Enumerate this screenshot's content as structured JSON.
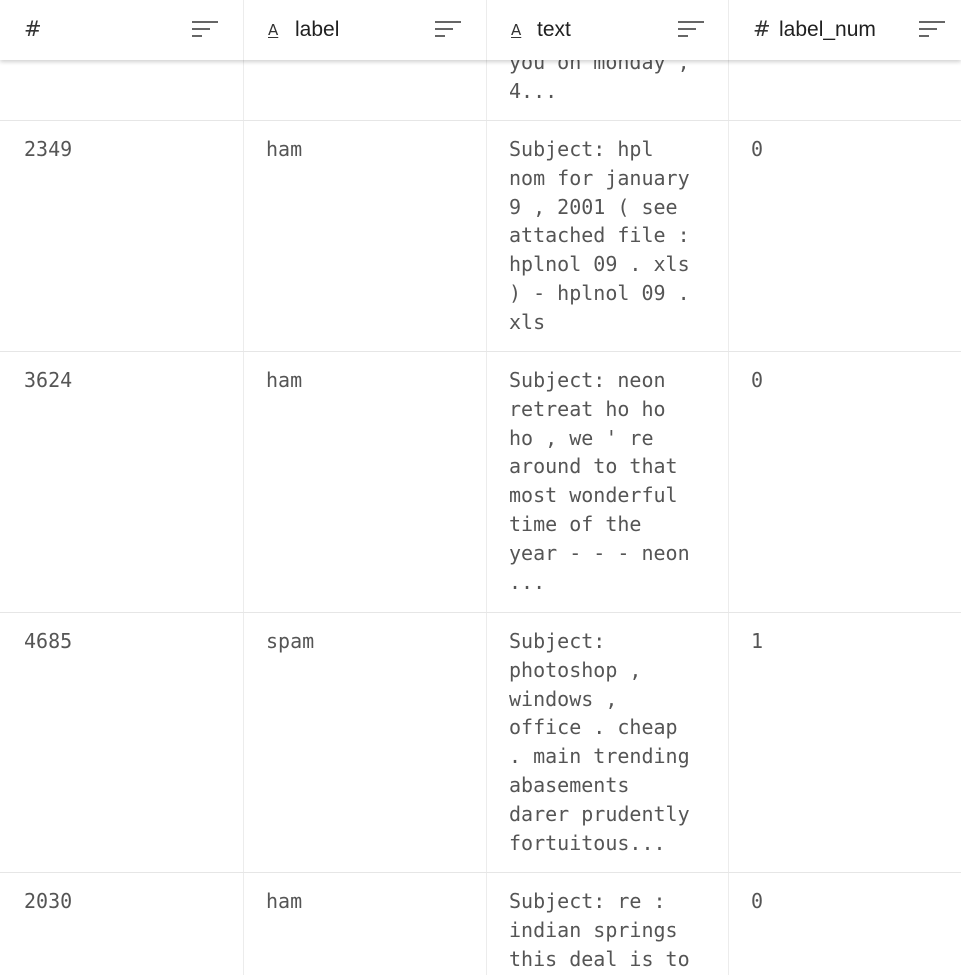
{
  "columns": [
    {
      "icon": "#",
      "label": ""
    },
    {
      "icon": "A",
      "label": "label"
    },
    {
      "icon": "A",
      "label": "text"
    },
    {
      "icon": "#",
      "label": "label_num"
    }
  ],
  "partial_row": {
    "text": "you on monday ,\n4..."
  },
  "rows": [
    {
      "index": "2349",
      "label": "ham",
      "text": "Subject: hpl\nnom for january\n9 , 2001 ( see\nattached file :\nhplnol 09 . xls\n) - hplnol 09 .\nxls",
      "label_num": "0"
    },
    {
      "index": "3624",
      "label": "ham",
      "text": "Subject: neon\nretreat ho ho\nho , we ' re\naround to that\nmost wonderful\ntime of the\nyear - - - neon\n...",
      "label_num": "0"
    },
    {
      "index": "4685",
      "label": "spam",
      "text": "Subject:\nphotoshop ,\nwindows ,\noffice . cheap\n. main trending\nabasements\ndarer prudently\nfortuitous...",
      "label_num": "1"
    },
    {
      "index": "2030",
      "label": "ham",
      "text": "Subject: re :\nindian springs\nthis deal is to",
      "label_num": "0"
    }
  ]
}
